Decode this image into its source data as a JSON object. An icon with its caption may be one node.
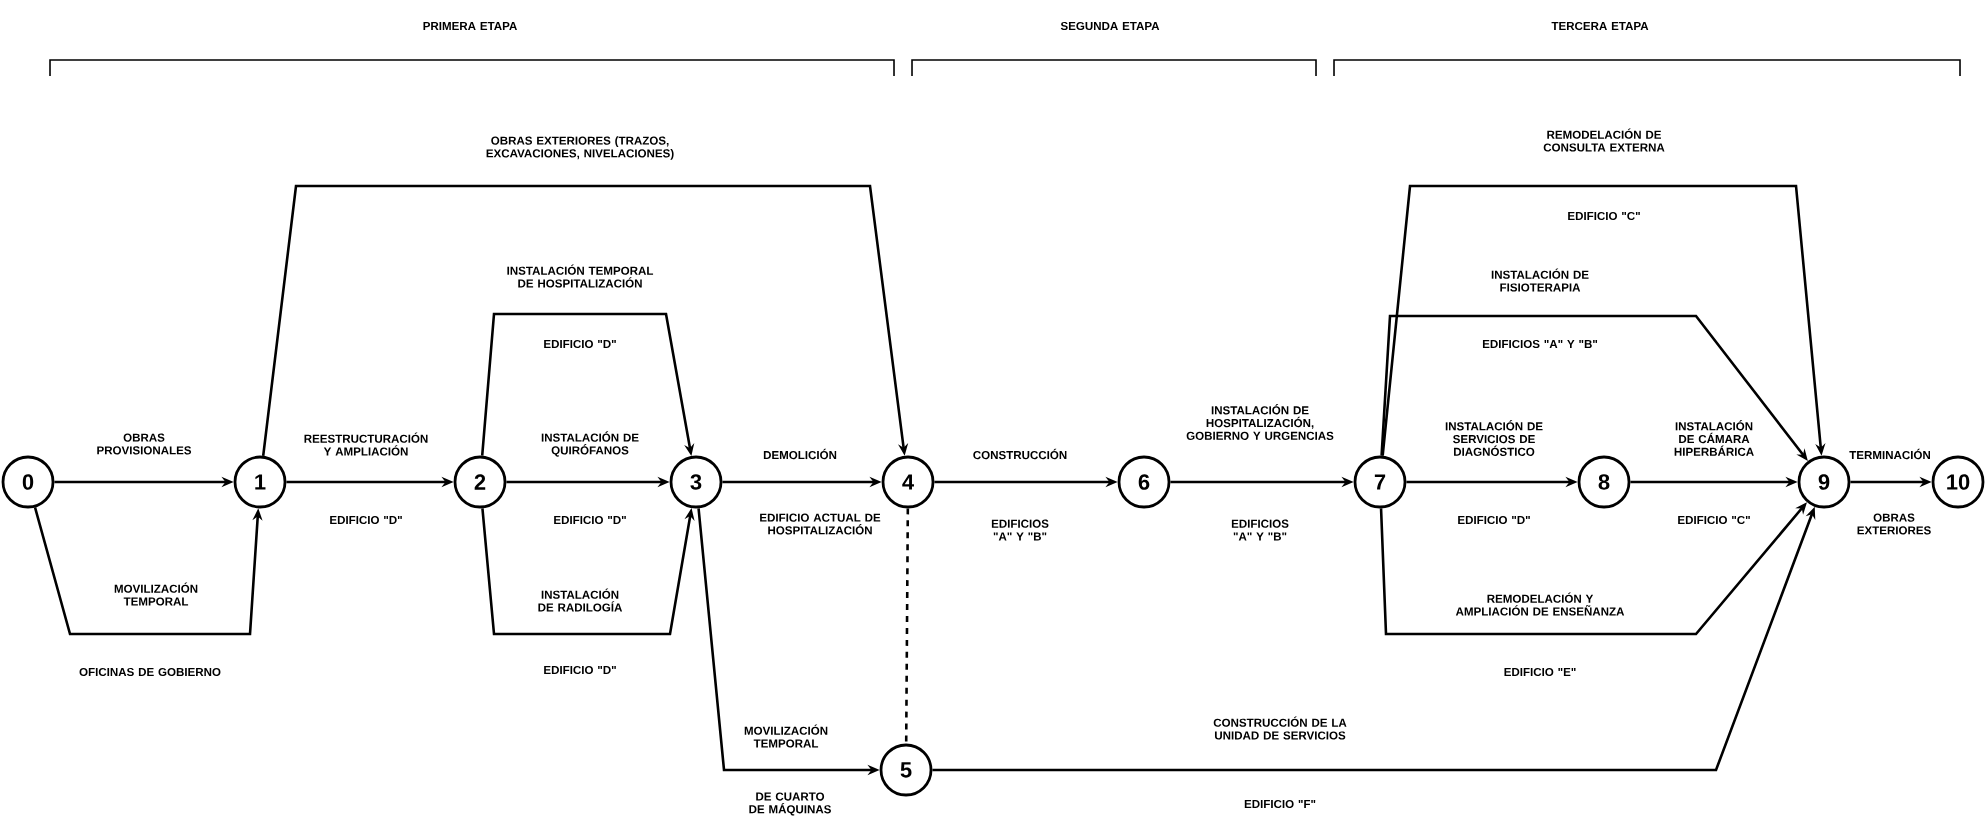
{
  "diagram": {
    "nodes": [
      {
        "text": [
          "0"
        ]
      },
      {
        "text": [
          "1"
        ]
      },
      {
        "text": [
          "2"
        ]
      },
      {
        "text": [
          "3"
        ]
      },
      {
        "text": [
          "4"
        ]
      },
      {
        "text": [
          "5"
        ]
      },
      {
        "text": [
          "6"
        ]
      },
      {
        "text": [
          "7"
        ]
      },
      {
        "text": [
          "8"
        ]
      },
      {
        "text": [
          "9"
        ]
      },
      {
        "text": [
          "10"
        ]
      }
    ],
    "edges": [
      {
        "from": 0,
        "to": 1,
        "arrow": "to",
        "label": "OBRAS PROVISIONALES"
      },
      {
        "from": 0,
        "to": 1,
        "arrow": "to",
        "label": "MOVILIZACIÓN TEMPORAL"
      },
      {
        "from": 1,
        "to": 4,
        "arrow": "to",
        "label": "OBRAS EXTERIORES (TRAZOS, EXCAVACIONES, NIVELACIONES)"
      },
      {
        "from": 1,
        "to": 2,
        "arrow": "to",
        "label": "REESTRUCTURACIÓN Y AMPLIACIÓN"
      },
      {
        "from": 2,
        "to": 3,
        "arrow": "to",
        "label": "INSTALACIÓN TEMPORAL DE HOSPITALIZACIÓN"
      },
      {
        "from": 2,
        "to": 3,
        "arrow": "to",
        "label": "INSTALACIÓN DE QUIRÓFANOS"
      },
      {
        "from": 2,
        "to": 3,
        "arrow": "to",
        "label": "INSTALACIÓN DE RADILOGÍA"
      },
      {
        "from": 3,
        "to": 4,
        "arrow": "to",
        "label": "DEMOLICIÓN"
      },
      {
        "from": 3,
        "to": 5,
        "arrow": "to",
        "label": "MOVILIZACIÓN TEMPORAL"
      },
      {
        "from": 4,
        "to": 5,
        "arrow": "none",
        "style": "dashed"
      },
      {
        "from": 4,
        "to": 6,
        "arrow": "to",
        "label": "CONSTRUCCIÓN"
      },
      {
        "from": 6,
        "to": 7,
        "arrow": "to",
        "label": "INSTALACIÓN DE HOSPITALIZACIÓN, GOBIERNO Y URGENCIAS"
      },
      {
        "from": 7,
        "to": 9,
        "arrow": "to",
        "label": "REMODELACIÓN DE CONSULTA EXTERNA"
      },
      {
        "from": 7,
        "to": 9,
        "arrow": "to",
        "label": "INSTALACIÓN DE FISIOTERAPIA"
      },
      {
        "from": 7,
        "to": 8,
        "arrow": "to",
        "label": "INSTALACIÓN DE SERVICIOS DE DIAGNÓSTICO"
      },
      {
        "from": 8,
        "to": 9,
        "arrow": "to",
        "label": "INSTALACIÓN DE CÁMARA HIPERBÁRICA"
      },
      {
        "from": 7,
        "to": 9,
        "arrow": "to",
        "label": "REMODELACIÓN Y AMPLIACIÓN DE ENSEÑANZA"
      },
      {
        "from": 5,
        "to": 9,
        "arrow": "to",
        "label": "CONSTRUCCIÓN DE LA UNIDAD DE SERVICIOS"
      },
      {
        "from": 9,
        "to": 10,
        "arrow": "to",
        "label": "TERMINACIÓN"
      }
    ],
    "labels": [
      "PRIMERA ETAPA",
      "SEGUNDA ETAPA",
      "TERCERA ETAPA",
      "EDIFICIO \"C\"",
      "EDIFICIO \"D\"",
      "EDIFICIOS \"A\" Y \"B\"",
      "EDIFICIO \"D\"",
      "EDIFICIO \"D\"",
      "EDIFICIO ACTUAL DE HOSPITALIZACIÓN",
      "EDIFICIOS \"A\" Y \"B\"",
      "EDIFICIOS \"A\" Y \"B\"",
      "EDIFICIO \"D\"",
      "EDIFICIO \"C\"",
      "OBRAS EXTERIORES",
      "OFICINAS DE GOBIERNO",
      "EDIFICIO \"D\"",
      "EDIFICIO \"E\"",
      "DE CUARTO DE MÁQUINAS",
      "EDIFICIO \"F\""
    ]
  }
}
